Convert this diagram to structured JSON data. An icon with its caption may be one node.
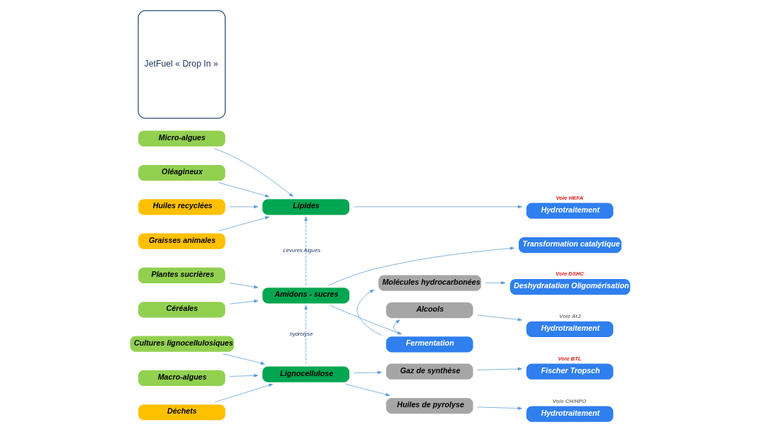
{
  "diagram": {
    "nodes": [
      {
        "text": [
          "Micro-algues"
        ]
      },
      {
        "text": [
          "Oléagineux"
        ]
      },
      {
        "text": [
          "Huiles recyclées"
        ]
      },
      {
        "text": [
          "Graisses animales"
        ]
      },
      {
        "text": [
          "Plantes sucrières"
        ]
      },
      {
        "text": [
          "Céréales"
        ]
      },
      {
        "text": [
          "Cultures lignocellulosiques"
        ]
      },
      {
        "text": [
          "Macro-algues"
        ]
      },
      {
        "text": [
          "Déchets"
        ]
      },
      {
        "text": [
          "Lipides"
        ]
      },
      {
        "text": [
          "Amidons - sucres"
        ]
      },
      {
        "text": [
          "Lignocellulose"
        ]
      },
      {
        "text": [
          "Molécules hydrocarbonées"
        ]
      },
      {
        "text": [
          "Fermentation"
        ]
      },
      {
        "text": [
          "Alcools"
        ]
      },
      {
        "text": [
          "Gaz de synthèse"
        ]
      },
      {
        "text": [
          "Huiles de pyrolyse"
        ]
      },
      {
        "text": [
          "Hydrotraitement"
        ],
        "beside": [
          "Voie HEFA"
        ]
      },
      {
        "text": [
          "Transformation catalytique"
        ]
      },
      {
        "text": [
          "Deshydratation Oligomérisation"
        ],
        "beside": [
          "Voie DSHC"
        ]
      },
      {
        "text": [
          "Hydrotraitement"
        ],
        "beside": [
          "Voie AtJ"
        ]
      },
      {
        "text": [
          "Fischer Tropsch"
        ],
        "beside": [
          "Voie BTL"
        ]
      },
      {
        "text": [
          "Hydrotraitement"
        ],
        "beside": [
          "Voie CH/HPO"
        ]
      },
      {
        "text": [
          "JetFuel « Drop In »"
        ]
      }
    ],
    "edges": [
      {
        "from": 0,
        "to": 9,
        "arrow": "to"
      },
      {
        "from": 1,
        "to": 9,
        "arrow": "to"
      },
      {
        "from": 2,
        "to": 9,
        "arrow": "to"
      },
      {
        "from": 3,
        "to": 9,
        "arrow": "to"
      },
      {
        "from": 4,
        "to": 10,
        "arrow": "to"
      },
      {
        "from": 5,
        "to": 10,
        "arrow": "to"
      },
      {
        "from": 6,
        "to": 11,
        "arrow": "to"
      },
      {
        "from": 7,
        "to": 11,
        "arrow": "to"
      },
      {
        "from": 8,
        "to": 11,
        "arrow": "to"
      },
      {
        "from": 10,
        "to": 9,
        "arrow": "to",
        "style": "dashed",
        "label": "Levures Algues"
      },
      {
        "from": 11,
        "to": 10,
        "arrow": "to",
        "style": "dashed",
        "label": "hydrolyse"
      },
      {
        "from": 9,
        "to": 17,
        "arrow": "to"
      },
      {
        "from": 10,
        "to": 18,
        "arrow": "to"
      },
      {
        "from": 10,
        "to": 13,
        "arrow": "to"
      },
      {
        "from": 13,
        "to": 12,
        "arrow": "to"
      },
      {
        "from": 13,
        "to": 14,
        "arrow": "to"
      },
      {
        "from": 12,
        "to": 19,
        "arrow": "to"
      },
      {
        "from": 14,
        "to": 20,
        "arrow": "to"
      },
      {
        "from": 11,
        "to": 15,
        "arrow": "to"
      },
      {
        "from": 11,
        "to": 16,
        "arrow": "to"
      },
      {
        "from": 15,
        "to": 21,
        "arrow": "to"
      },
      {
        "from": 16,
        "to": 22,
        "arrow": "to"
      }
    ]
  }
}
